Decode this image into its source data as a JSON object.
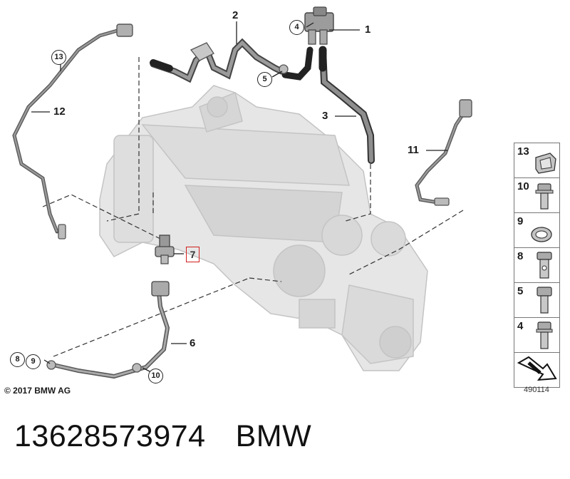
{
  "diagram": {
    "callouts": {
      "p1": "1",
      "p2": "2",
      "p3": "3",
      "p6": "6",
      "p7": "7",
      "p11": "11",
      "p12": "12",
      "c4": "4",
      "c5": "5",
      "c8": "8",
      "c9": "9",
      "c10": "10",
      "c13": "13"
    }
  },
  "legend": {
    "items": [
      {
        "num": "13",
        "icon": "clip-icon"
      },
      {
        "num": "10",
        "icon": "bolt-flange-icon"
      },
      {
        "num": "9",
        "icon": "sealing-ring-icon"
      },
      {
        "num": "8",
        "icon": "hollow-bolt-icon"
      },
      {
        "num": "5",
        "icon": "hex-bolt-icon"
      },
      {
        "num": "4",
        "icon": "hex-bolt-collar-icon"
      }
    ],
    "footer_icon": "arrow-icon"
  },
  "copyright": "© 2017 BMW AG",
  "image_id": "490114",
  "caption": {
    "part_number": "13628573974",
    "brand": "BMW"
  },
  "colors": {
    "callout_highlight": "#d21f1f"
  }
}
